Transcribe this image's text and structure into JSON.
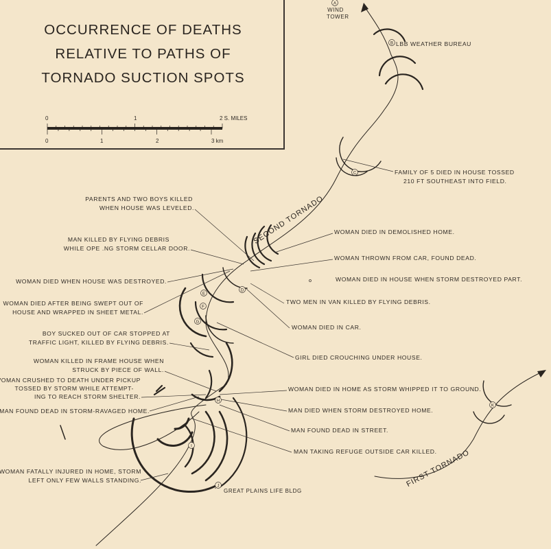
{
  "title": {
    "lines": [
      "OCCURRENCE OF DEATHS",
      "RELATIVE TO PATHS OF",
      "TORNADO SUCTION SPOTS"
    ]
  },
  "scale": {
    "miles_ticks": [
      "0",
      "1",
      "2 S. MILES"
    ],
    "km_ticks": [
      "0",
      "1",
      "2",
      "3 km"
    ]
  },
  "landmarks": {
    "a_letter": "A",
    "wind_tower": [
      "WIND",
      "TOWER"
    ],
    "b_letter": "B",
    "weather_bureau": "LBB WEATHER BUREAU",
    "j_letter": "J",
    "great_plains": "GREAT PLAINS LIFE BLDG"
  },
  "markers": [
    "C",
    "D",
    "E",
    "F",
    "G",
    "H",
    "I",
    "K"
  ],
  "tornado_labels": {
    "second": "SECOND TORNADO",
    "first": "FIRST TORNADO"
  },
  "annotations_right": {
    "family": [
      "FAMILY OF 5 DIED IN HOUSE TOSSED",
      "210 FT SOUTHEAST  INTO FIELD."
    ],
    "demolished": "WOMAN DIED IN DEMOLISHED HOME.",
    "thrown": "WOMAN THROWN FROM CAR, FOUND DEAD.",
    "part": "WOMAN DIED IN HOUSE WHEN STORM DESTROYED PART.",
    "van": "TWO MEN IN VAN KILLED BY FLYING DEBRIS.",
    "car": "WOMAN DIED IN CAR.",
    "girl": "GIRL DIED CROUCHING UNDER HOUSE.",
    "whipped": "WOMAN DIED IN HOME AS STORM WHIPPED IT TO GROUND.",
    "man_home": "MAN DIED WHEN STORM DESTROYED HOME.",
    "street": "MAN FOUND DEAD IN STREET.",
    "refuge": "MAN TAKING REFUGE OUTSIDE CAR KILLED."
  },
  "annotations_left": {
    "parents": [
      "PARENTS AND TWO BOYS KILLED",
      "WHEN HOUSE WAS LEVELED."
    ],
    "cellar": [
      "MAN KILLED BY FLYING DEBRIS",
      "WHILE OPE .NG STORM CELLAR DOOR."
    ],
    "destroyed": "WOMAN DIED WHEN HOUSE WAS DESTROYED.",
    "swept": [
      "WOMAN DIED AFTER BEING SWEPT OUT OF",
      "HOUSE AND WRAPPED IN SHEET METAL."
    ],
    "boy": [
      "BOY SUCKED OUT OF CAR STOPPED AT",
      "TRAFFIC LIGHT, KILLED BY FLYING DEBRIS."
    ],
    "frame": [
      "WOMAN KILLED IN FRAME HOUSE WHEN",
      "STRUCK BY PIECE OF WALL."
    ],
    "crushed": [
      "WOMAN CRUSHED TO DEATH UNDER PICKUP",
      "TOSSED BY STORM WHILE ATTEMPT-",
      "ING TO REACH STORM SHELTER."
    ],
    "ravaged": "MAN FOUND DEAD IN STORM-RAVAGED HOME.",
    "fatally": [
      "WOMAN FATALLY INJURED IN HOME, STORM",
      "LEFT ONLY FEW WALLS STANDING."
    ]
  },
  "colors": {
    "paper": "#f4e6cb",
    "ink": "#2a2520"
  }
}
